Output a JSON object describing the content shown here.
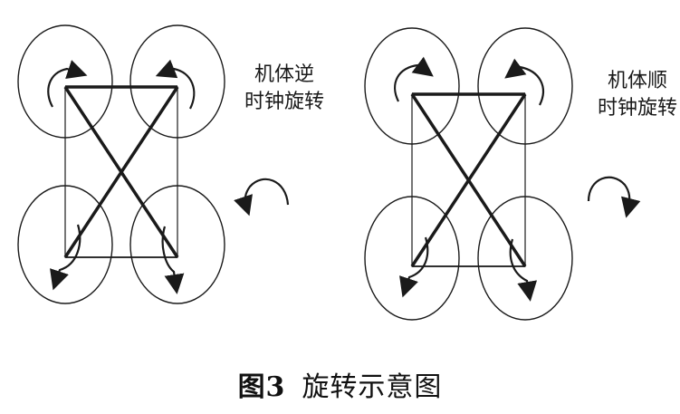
{
  "left_diagram": {
    "label_line1": "机体逆",
    "label_line2": "时钟旋转",
    "body_rotation": "counterclockwise"
  },
  "right_diagram": {
    "label_line1": "机体顺",
    "label_line2": "时钟旋转",
    "body_rotation": "clockwise"
  },
  "caption": {
    "figure_number": "图3",
    "title": "旋转示意图"
  },
  "colors": {
    "ink": "#1a1a1a",
    "background": "#ffffff"
  }
}
